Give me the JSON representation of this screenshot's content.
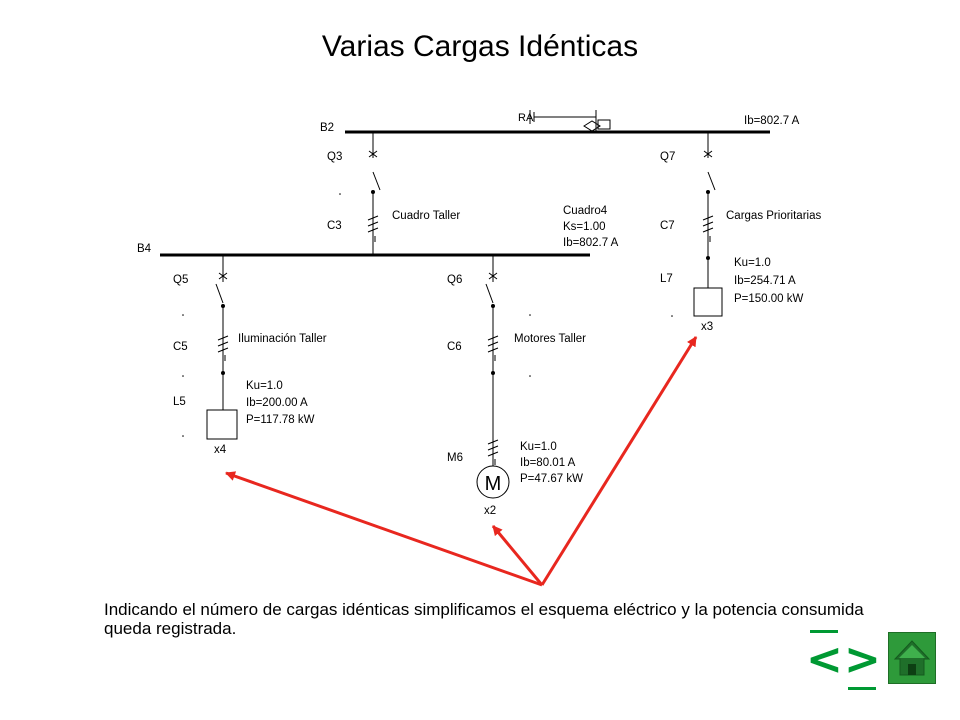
{
  "title": "Varias Cargas Idénticas",
  "caption": "Indicando el número de cargas idénticas simplificamos el esquema eléctrico y la potencia consumida queda registrada.",
  "colors": {
    "arrow": "#e8271f",
    "nav": "#009933",
    "home": "#2e9a3a"
  },
  "diagram": {
    "b2": {
      "label": "B2",
      "ib": "Ib=802.7 A",
      "source_label": "RA"
    },
    "q3": "Q3",
    "c3": "C3",
    "cuadro_taller": "Cuadro Taller",
    "cuadro4": {
      "name": "Cuadro4",
      "ks": "Ks=1.00",
      "ib": "Ib=802.7 A"
    },
    "b4": "B4",
    "q7": "Q7",
    "c7": "C7",
    "cargas_prioritarias": "Cargas Prioritarias",
    "l7": {
      "label": "L7",
      "ku": "Ku=1.0",
      "ib": "Ib=254.71 A",
      "p": "P=150.00 kW",
      "mult": "x3"
    },
    "q5": "Q5",
    "c5": "C5",
    "iluminacion_taller": "Iluminación Taller",
    "l5": {
      "label": "L5",
      "ku": "Ku=1.0",
      "ib": "Ib=200.00 A",
      "p": "P=117.78 kW",
      "mult": "x4"
    },
    "q6": "Q6",
    "c6": "C6",
    "motores_taller": "Motores Taller",
    "m6": {
      "label": "M6",
      "ku": "Ku=1.0",
      "ib": "Ib=80.01 A",
      "p": "P=47.67 kW",
      "mult": "x2",
      "symbol": "M"
    }
  },
  "nav": {
    "prev_icon": "<",
    "next_icon": ">"
  },
  "icons": {
    "home": "home-icon",
    "prev": "prev-arrow-icon",
    "next": "next-arrow-icon"
  }
}
